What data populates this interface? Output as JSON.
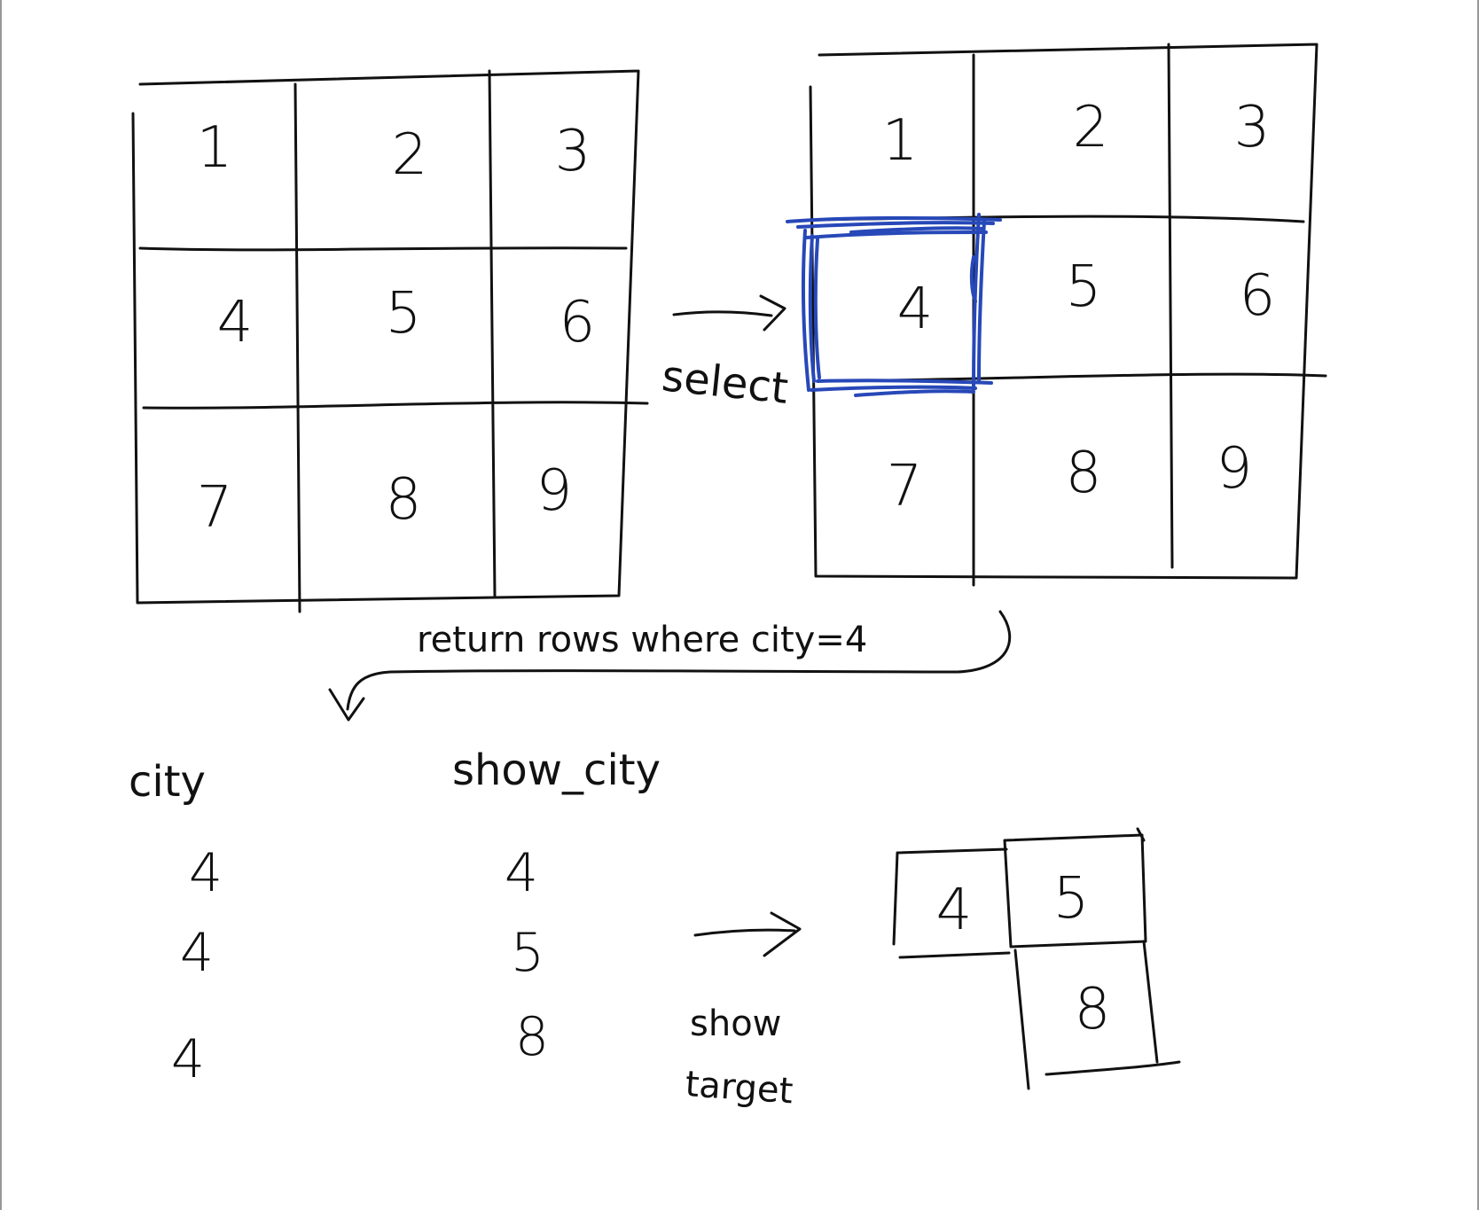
{
  "grid_left": {
    "cells": [
      "1",
      "2",
      "3",
      "4",
      "5",
      "6",
      "7",
      "8",
      "9"
    ]
  },
  "grid_right": {
    "cells": [
      "1",
      "2",
      "3",
      "4",
      "5",
      "6",
      "7",
      "8",
      "9"
    ],
    "highlight_color": "#2748b8"
  },
  "arrow_select": {
    "label": "select"
  },
  "query": {
    "text": "return rows where city=4"
  },
  "table": {
    "headers": [
      "city",
      "show_city"
    ],
    "rows": [
      [
        "4",
        "4"
      ],
      [
        "4",
        "5"
      ],
      [
        "4",
        "8"
      ]
    ]
  },
  "arrow_show": {
    "label_line1": "show",
    "label_line2": "target"
  },
  "result_shape": {
    "cells": [
      "4",
      "5",
      "8"
    ]
  }
}
